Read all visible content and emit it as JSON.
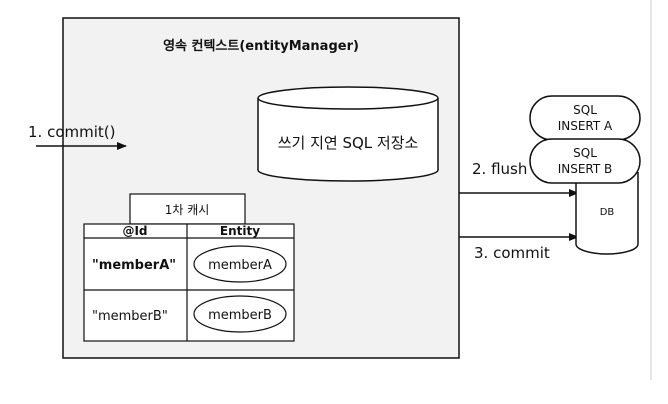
{
  "context": {
    "title": "영속 컨텍스트(entityManager)"
  },
  "write_store": {
    "label": "쓰기 지연 SQL 저장소"
  },
  "cache": {
    "title": "1차 캐시",
    "headers": [
      "@Id",
      "Entity"
    ],
    "rows": [
      {
        "id": "\"memberA\"",
        "entity": "memberA"
      },
      {
        "id": "\"memberB\"",
        "entity": "memberB"
      }
    ]
  },
  "steps": {
    "commit_in": "1. commit()",
    "flush": "2. flush",
    "commit_db": "3. commit"
  },
  "sql_queue": [
    {
      "line1": "SQL",
      "line2": "INSERT A"
    },
    {
      "line1": "SQL",
      "line2": "INSERT B"
    }
  ],
  "db": {
    "label": "DB"
  },
  "colors": {
    "context_fill": "#f2f2f2",
    "stroke": "#111111",
    "background": "#ffffff"
  }
}
